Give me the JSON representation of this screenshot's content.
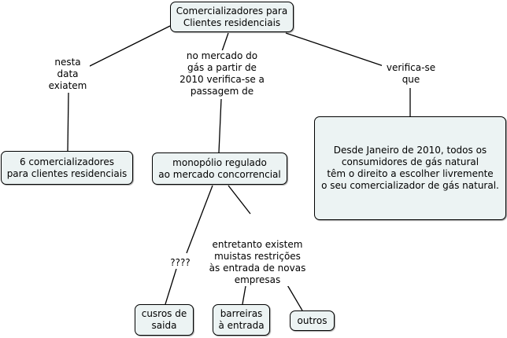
{
  "nodes": {
    "root": "Comercializadores para\nClientes residenciais",
    "count": "6 comercializadores\npara clientes residenciais",
    "monopoly": "monopólio regulado\nao mercado concorrencial",
    "choice": "Desde Janeiro de 2010, todos os\nconsumidores de gás natural\ntêm o direito a escolher livremente\no seu comercializador de gás natural.",
    "exit_costs": "cusros de\nsaida",
    "entry_barriers": "barreiras\nà entrada",
    "others": "outros"
  },
  "labels": {
    "date": "nesta\ndata\nexiatem",
    "market": "no mercado do\ngás a partir de\n2010 verifica-se a\npassagem de",
    "verify": "verifica-se\nque",
    "question": "????",
    "restrictions": "entretanto existem\nmuistas restrições\nàs entrada de novas\nempresas"
  }
}
